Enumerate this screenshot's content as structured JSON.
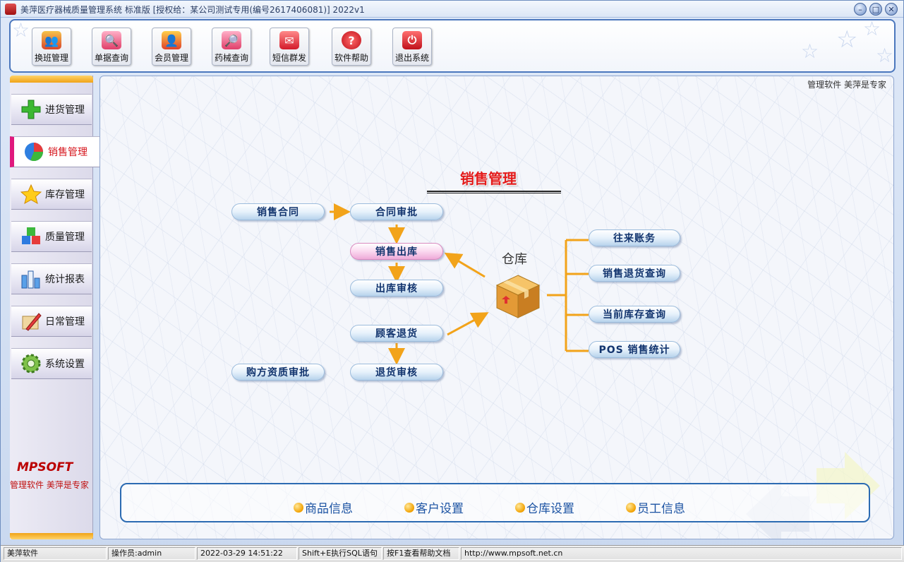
{
  "window": {
    "title": "美萍医疗器械质量管理系统 标准版 [授权给：某公司测试专用(编号2617406081)]  2022v1"
  },
  "toolbar": {
    "buttons": [
      {
        "label": "换班管理",
        "icon": "user-group-icon"
      },
      {
        "label": "单据查询",
        "icon": "magnifier-icon"
      },
      {
        "label": "会员管理",
        "icon": "member-icon"
      },
      {
        "label": "药械查询",
        "icon": "search-doc-icon"
      },
      {
        "label": "短信群发",
        "icon": "envelope-icon"
      },
      {
        "label": "软件帮助",
        "icon": "help-icon"
      },
      {
        "label": "退出系统",
        "icon": "power-icon"
      }
    ]
  },
  "sidebar": {
    "items": [
      {
        "label": "进货管理",
        "icon": "green-plus-icon"
      },
      {
        "label": "销售管理",
        "icon": "pie-chart-icon",
        "active": true
      },
      {
        "label": "库存管理",
        "icon": "star-icon"
      },
      {
        "label": "质量管理",
        "icon": "cubes-icon"
      },
      {
        "label": "统计报表",
        "icon": "bar-chart-icon"
      },
      {
        "label": "日常管理",
        "icon": "pencil-icon"
      },
      {
        "label": "系统设置",
        "icon": "gear-icon"
      }
    ],
    "logo": "MPSOFT",
    "slogan": "管理软件 美萍是专家"
  },
  "main": {
    "slogan": "管理软件 美萍是专家",
    "title": "销售管理",
    "flow": {
      "sales_contract": "销售合同",
      "contract_approval": "合同审批",
      "sales_outbound": "销售出库",
      "outbound_review": "出库审核",
      "customer_return": "顾客退货",
      "return_review": "退货审核",
      "buyer_qualification": "购方资质审批",
      "warehouse": "仓库",
      "accounts": "往来账务",
      "return_query": "销售退货查询",
      "stock_query": "当前库存查询",
      "pos_stats": "POS 销售统计"
    },
    "bottom_links": [
      "商品信息",
      "客户设置",
      "仓库设置",
      "员工信息"
    ]
  },
  "statusbar": {
    "app": "美萍软件",
    "operator": "操作员:admin",
    "datetime": "2022-03-29 14:51:22",
    "sql_hint": "Shift+E执行SQL语句",
    "help_hint": "按F1查看帮助文档",
    "url": "http://www.mpsoft.net.cn"
  },
  "colors": {
    "accent": "#2c6bb2",
    "active_marker": "#e0197d",
    "title_red": "#e31b1b",
    "arrow_orange": "#f2a31a"
  }
}
